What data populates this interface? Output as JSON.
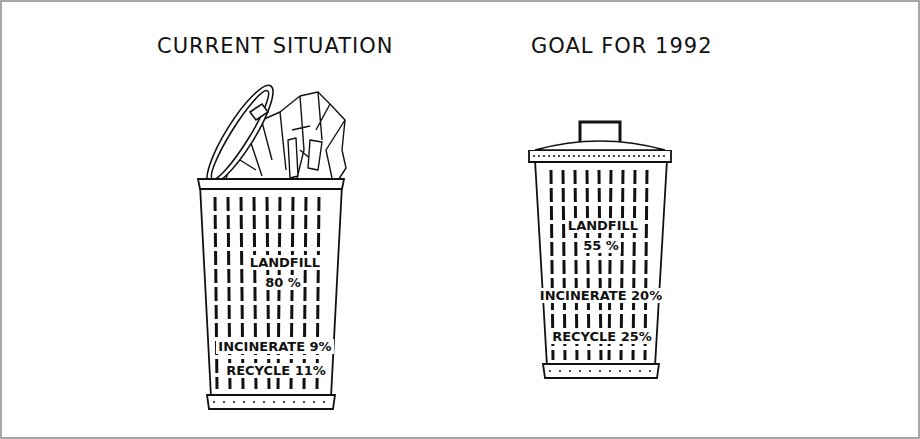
{
  "diagram": {
    "nodes": [
      {
        "text": [
          "LANDFILL 80 %",
          "INCINERATE 9%",
          "RECYCLE 11%"
        ]
      },
      {
        "text": [
          "LANDFILL 55 %",
          "INCINERATE 20%",
          "RECYCLE 25%"
        ]
      }
    ],
    "labels": [
      "CURRENT SITUATION",
      "GOAL FOR 1992"
    ]
  }
}
